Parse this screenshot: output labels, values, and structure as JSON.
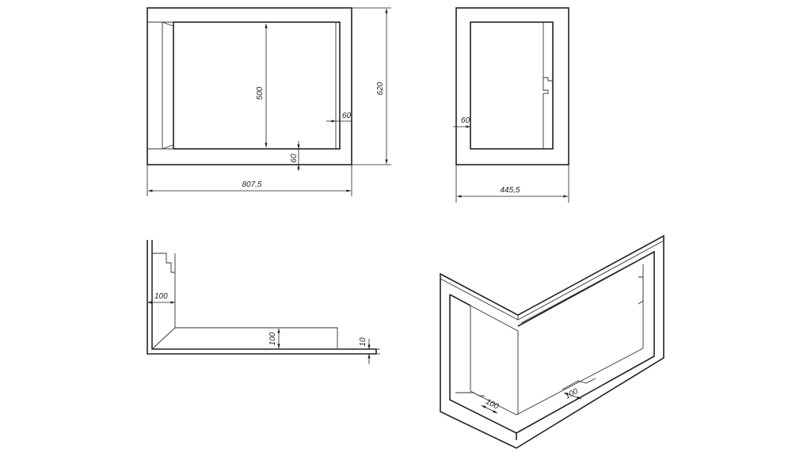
{
  "views": {
    "front": {
      "width": "807,5",
      "height": "620",
      "inner_height": "500",
      "side_thickness": "60",
      "bottom_thickness": "60"
    },
    "side": {
      "width": "445,5",
      "wall_thickness": "60"
    },
    "top": {
      "wall_depth": "100",
      "base_depth": "100",
      "plate_thickness": "10"
    },
    "isometric": {
      "recess_a": "100",
      "recess_b": "100"
    }
  }
}
